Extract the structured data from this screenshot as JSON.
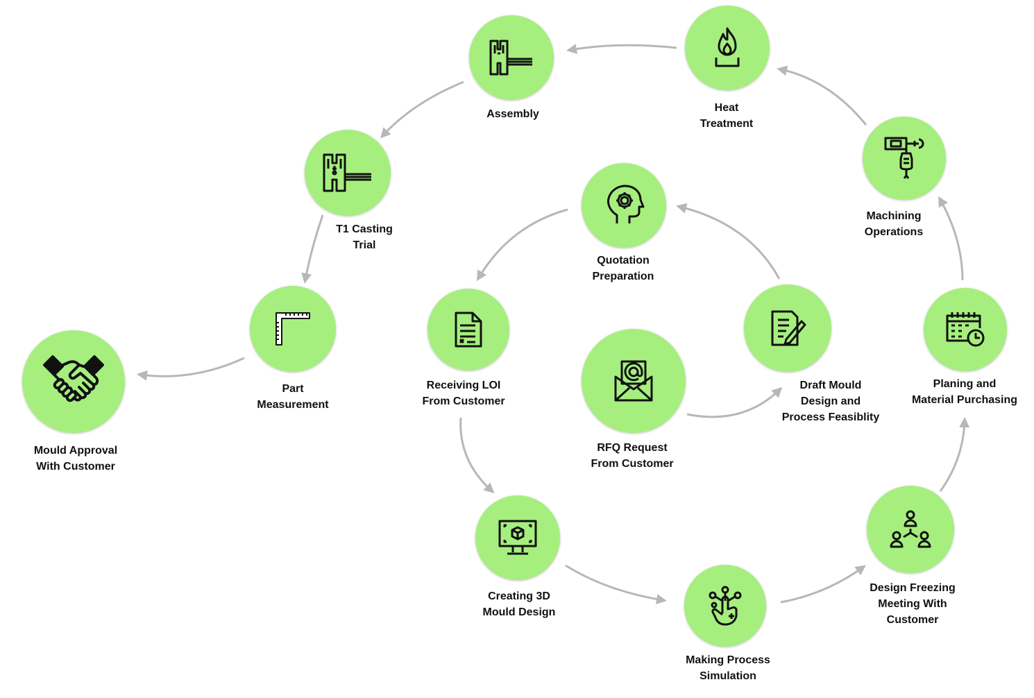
{
  "colors": {
    "node_fill": "#a6ef7f",
    "arrow": "#b7b7b7",
    "icon": "#111111",
    "text": "#111111"
  },
  "steps": {
    "rfq": {
      "lines": [
        "RFQ Request",
        "From Customer"
      ],
      "icon": "email-icon"
    },
    "draft": {
      "lines": [
        "Draft Mould",
        "Design and",
        "Process Feasiblity"
      ],
      "icon": "document-edit-icon"
    },
    "quotation": {
      "lines": [
        "Quotation",
        "Preparation"
      ],
      "icon": "head-gear-icon"
    },
    "loi": {
      "lines": [
        "Receiving LOI",
        "From Customer"
      ],
      "icon": "document-icon"
    },
    "design3d": {
      "lines": [
        "Creating 3D",
        "Mould Design"
      ],
      "icon": "monitor-cube-icon"
    },
    "simulation": {
      "lines": [
        "Making Process",
        "Simulation"
      ],
      "icon": "hand-nodes-icon"
    },
    "freezing": {
      "lines": [
        "Design Freezing",
        "Meeting With",
        "Customer"
      ],
      "icon": "people-network-icon"
    },
    "planning": {
      "lines": [
        "Planing and",
        "Material Purchasing"
      ],
      "icon": "calendar-clock-icon"
    },
    "machining": {
      "lines": [
        "Machining",
        "Operations"
      ],
      "icon": "drill-icon"
    },
    "heat": {
      "lines": [
        "Heat",
        "Treatment"
      ],
      "icon": "flame-icon"
    },
    "assembly": {
      "lines": [
        "Assembly"
      ],
      "icon": "mould-icon"
    },
    "t1": {
      "lines": [
        "T1 Casting",
        "Trial"
      ],
      "icon": "casting-icon"
    },
    "measure": {
      "lines": [
        "Part",
        "Measurement"
      ],
      "icon": "ruler-square-icon"
    },
    "approval": {
      "lines": [
        "Mould Approval",
        "With Customer"
      ],
      "icon": "handshake-icon"
    }
  }
}
